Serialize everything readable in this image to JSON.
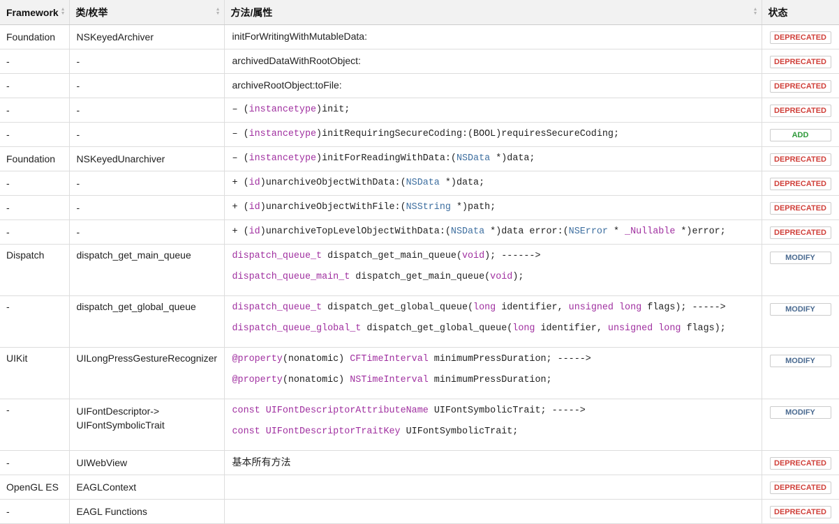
{
  "header": {
    "framework": "Framework",
    "class": "类/枚举",
    "method": "方法/属性",
    "status": "状态"
  },
  "rows": [
    {
      "framework": "Foundation",
      "class": "NSKeyedArchiver",
      "status": "DEPRECATED",
      "lines": [
        [
          {
            "t": "initForWritingWithMutableData:",
            "c": "plain"
          }
        ]
      ]
    },
    {
      "framework": "-",
      "class": "-",
      "status": "DEPRECATED",
      "lines": [
        [
          {
            "t": "archivedDataWithRootObject:",
            "c": "plain"
          }
        ]
      ]
    },
    {
      "framework": "-",
      "class": "-",
      "status": "DEPRECATED",
      "lines": [
        [
          {
            "t": "archiveRootObject:toFile:",
            "c": "plain"
          }
        ]
      ]
    },
    {
      "framework": "-",
      "class": "-",
      "status": "DEPRECATED",
      "lines": [
        [
          {
            "t": "– (",
            "c": ""
          },
          {
            "t": "instancetype",
            "c": "kw"
          },
          {
            "t": ")init;",
            "c": ""
          }
        ]
      ]
    },
    {
      "framework": "-",
      "class": "-",
      "status": "ADD",
      "lines": [
        [
          {
            "t": "– (",
            "c": ""
          },
          {
            "t": "instancetype",
            "c": "kw"
          },
          {
            "t": ")initRequiringSecureCoding:(BOOL)requiresSecureCoding;",
            "c": ""
          }
        ]
      ]
    },
    {
      "framework": "Foundation",
      "class": "NSKeyedUnarchiver",
      "status": "DEPRECATED",
      "lines": [
        [
          {
            "t": "– (",
            "c": ""
          },
          {
            "t": "instancetype",
            "c": "kw"
          },
          {
            "t": ")initForReadingWithData:(",
            "c": ""
          },
          {
            "t": "NSData",
            "c": "ty"
          },
          {
            "t": " *)data;",
            "c": ""
          }
        ]
      ]
    },
    {
      "framework": "-",
      "class": "-",
      "status": "DEPRECATED",
      "lines": [
        [
          {
            "t": "+ (",
            "c": ""
          },
          {
            "t": "id",
            "c": "kw"
          },
          {
            "t": ")unarchiveObjectWithData:(",
            "c": ""
          },
          {
            "t": "NSData",
            "c": "ty"
          },
          {
            "t": " *)data;",
            "c": ""
          }
        ]
      ]
    },
    {
      "framework": "-",
      "class": "-",
      "status": "DEPRECATED",
      "lines": [
        [
          {
            "t": "+ (",
            "c": ""
          },
          {
            "t": "id",
            "c": "kw"
          },
          {
            "t": ")unarchiveObjectWithFile:(",
            "c": ""
          },
          {
            "t": "NSString",
            "c": "ty"
          },
          {
            "t": " *)path;",
            "c": ""
          }
        ]
      ]
    },
    {
      "framework": "-",
      "class": "-",
      "status": "DEPRECATED",
      "lines": [
        [
          {
            "t": "+ (",
            "c": ""
          },
          {
            "t": "id",
            "c": "kw"
          },
          {
            "t": ")unarchiveTopLevelObjectWithData:(",
            "c": ""
          },
          {
            "t": "NSData",
            "c": "ty"
          },
          {
            "t": " *)data  error:(",
            "c": ""
          },
          {
            "t": "NSError",
            "c": "ty"
          },
          {
            "t": " * ",
            "c": ""
          },
          {
            "t": "_Nullable",
            "c": "kw"
          },
          {
            "t": " *)error;",
            "c": ""
          }
        ]
      ]
    },
    {
      "framework": "Dispatch",
      "class": "dispatch_get_main_queue",
      "status": "MODIFY",
      "lines": [
        [
          {
            "t": "dispatch_queue_t",
            "c": "kw"
          },
          {
            "t": " dispatch_get_main_queue(",
            "c": ""
          },
          {
            "t": "void",
            "c": "kw"
          },
          {
            "t": "); ------>",
            "c": ""
          }
        ],
        [
          {
            "t": "dispatch_queue_main_t",
            "c": "kw"
          },
          {
            "t": " dispatch_get_main_queue(",
            "c": ""
          },
          {
            "t": "void",
            "c": "kw"
          },
          {
            "t": ");",
            "c": ""
          }
        ]
      ]
    },
    {
      "framework": " -",
      "class": "dispatch_get_global_queue",
      "status": "MODIFY",
      "lines": [
        [
          {
            "t": "dispatch_queue_t",
            "c": "kw"
          },
          {
            "t": " dispatch_get_global_queue(",
            "c": ""
          },
          {
            "t": "long",
            "c": "kw"
          },
          {
            "t": " identifier, ",
            "c": ""
          },
          {
            "t": "unsigned",
            "c": "kw"
          },
          {
            "t": " ",
            "c": ""
          },
          {
            "t": "long",
            "c": "kw"
          },
          {
            "t": " flags); ----->",
            "c": ""
          }
        ],
        [
          {
            "t": "dispatch_queue_global_t",
            "c": "kw"
          },
          {
            "t": " dispatch_get_global_queue(",
            "c": ""
          },
          {
            "t": "long",
            "c": "kw"
          },
          {
            "t": " identifier, ",
            "c": ""
          },
          {
            "t": "unsigned",
            "c": "kw"
          },
          {
            "t": " ",
            "c": ""
          },
          {
            "t": "long",
            "c": "kw"
          },
          {
            "t": " flags);",
            "c": ""
          }
        ]
      ]
    },
    {
      "framework": "UIKit",
      "class": "UILongPressGestureRecognizer",
      "status": "MODIFY",
      "lines": [
        [
          {
            "t": "@property",
            "c": "kw"
          },
          {
            "t": "(nonatomic) ",
            "c": ""
          },
          {
            "t": "CFTimeInterval",
            "c": "kw"
          },
          {
            "t": " minimumPressDuration; ----->",
            "c": ""
          }
        ],
        [
          {
            "t": "@property",
            "c": "kw"
          },
          {
            "t": "(nonatomic) ",
            "c": ""
          },
          {
            "t": "NSTimeInterval",
            "c": "kw"
          },
          {
            "t": " minimumPressDuration;",
            "c": ""
          }
        ]
      ]
    },
    {
      "framework": " -",
      "class": "UIFontDescriptor->\nUIFontSymbolicTrait",
      "status": "MODIFY",
      "lines": [
        [
          {
            "t": "const",
            "c": "kw"
          },
          {
            "t": " ",
            "c": ""
          },
          {
            "t": "UIFontDescriptorAttributeName",
            "c": "kw"
          },
          {
            "t": " UIFontSymbolicTrait; ----->",
            "c": ""
          }
        ],
        [
          {
            "t": "const",
            "c": "kw"
          },
          {
            "t": " ",
            "c": ""
          },
          {
            "t": "UIFontDescriptorTraitKey",
            "c": "kw"
          },
          {
            "t": " UIFontSymbolicTrait;",
            "c": ""
          }
        ]
      ]
    },
    {
      "framework": "-",
      "class": "UIWebView",
      "status": "DEPRECATED",
      "lines": [
        [
          {
            "t": "基本所有方法",
            "c": "plain"
          }
        ]
      ]
    },
    {
      "framework": "OpenGL ES",
      "class": "EAGLContext",
      "status": "DEPRECATED",
      "lines": []
    },
    {
      "framework": "-",
      "class": "EAGL Functions",
      "status": "DEPRECATED",
      "lines": []
    }
  ]
}
